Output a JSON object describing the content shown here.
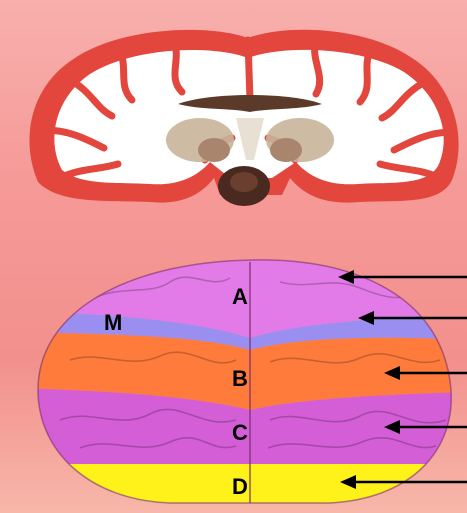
{
  "diagram": {
    "regions": [
      {
        "id": "A",
        "label": "A",
        "color": "#e27be7"
      },
      {
        "id": "M",
        "label": "M",
        "color": "#9a8ff0"
      },
      {
        "id": "B",
        "label": "B",
        "color": "#ff7b3b"
      },
      {
        "id": "C",
        "label": "C",
        "color": "#d35ed6"
      },
      {
        "id": "D",
        "label": "D",
        "color": "#fff21a"
      }
    ],
    "colors": {
      "cortex": "#e2463d",
      "white_matter": "#ffffff",
      "background": "#f69a98",
      "arrow": "#000000"
    },
    "arrows": 5
  }
}
